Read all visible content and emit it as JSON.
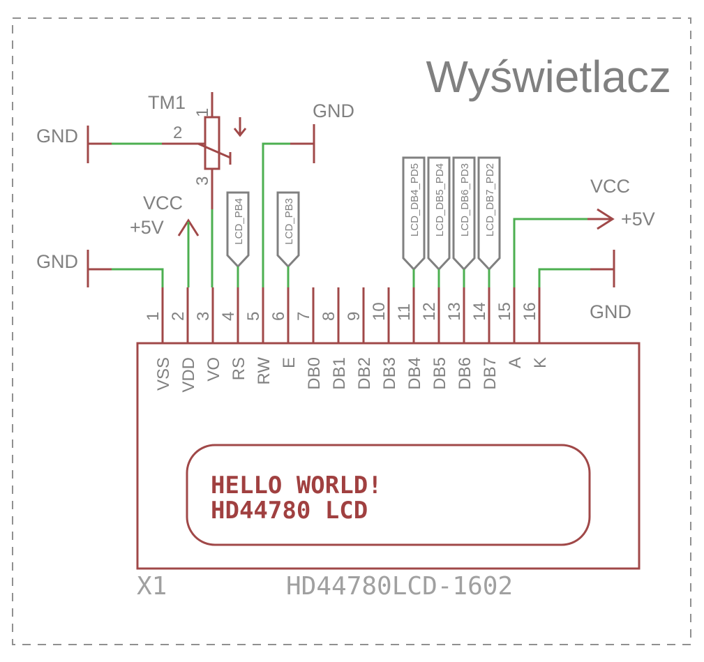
{
  "title": "Wyświetlacz",
  "component": {
    "ref": "X1",
    "value": "HD44780LCD-1602"
  },
  "lcd_display": [
    "HELLO WORLD!",
    "HD44780 LCD"
  ],
  "pins": [
    {
      "num": "1",
      "name": "VSS"
    },
    {
      "num": "2",
      "name": "VDD"
    },
    {
      "num": "3",
      "name": "VO"
    },
    {
      "num": "4",
      "name": "RS"
    },
    {
      "num": "5",
      "name": "RW"
    },
    {
      "num": "6",
      "name": "E"
    },
    {
      "num": "7",
      "name": "DB0"
    },
    {
      "num": "8",
      "name": "DB1"
    },
    {
      "num": "9",
      "name": "DB2"
    },
    {
      "num": "10",
      "name": "DB3"
    },
    {
      "num": "11",
      "name": "DB4"
    },
    {
      "num": "12",
      "name": "DB5"
    },
    {
      "num": "13",
      "name": "DB6"
    },
    {
      "num": "14",
      "name": "DB7"
    },
    {
      "num": "15",
      "name": "A"
    },
    {
      "num": "16",
      "name": "K"
    }
  ],
  "potentiometer": {
    "ref": "TM1",
    "pin1": "1",
    "pin2": "2",
    "pin3": "3"
  },
  "net_flags": [
    "LCD_PB4",
    "LCD_PB3",
    "LCD_DB4_PD5",
    "LCD_DB5_PD4",
    "LCD_DB6_PD3",
    "LCD_DB7_PD2"
  ],
  "power": {
    "gnd": "GND",
    "vcc": "VCC",
    "v5": "+5V"
  }
}
